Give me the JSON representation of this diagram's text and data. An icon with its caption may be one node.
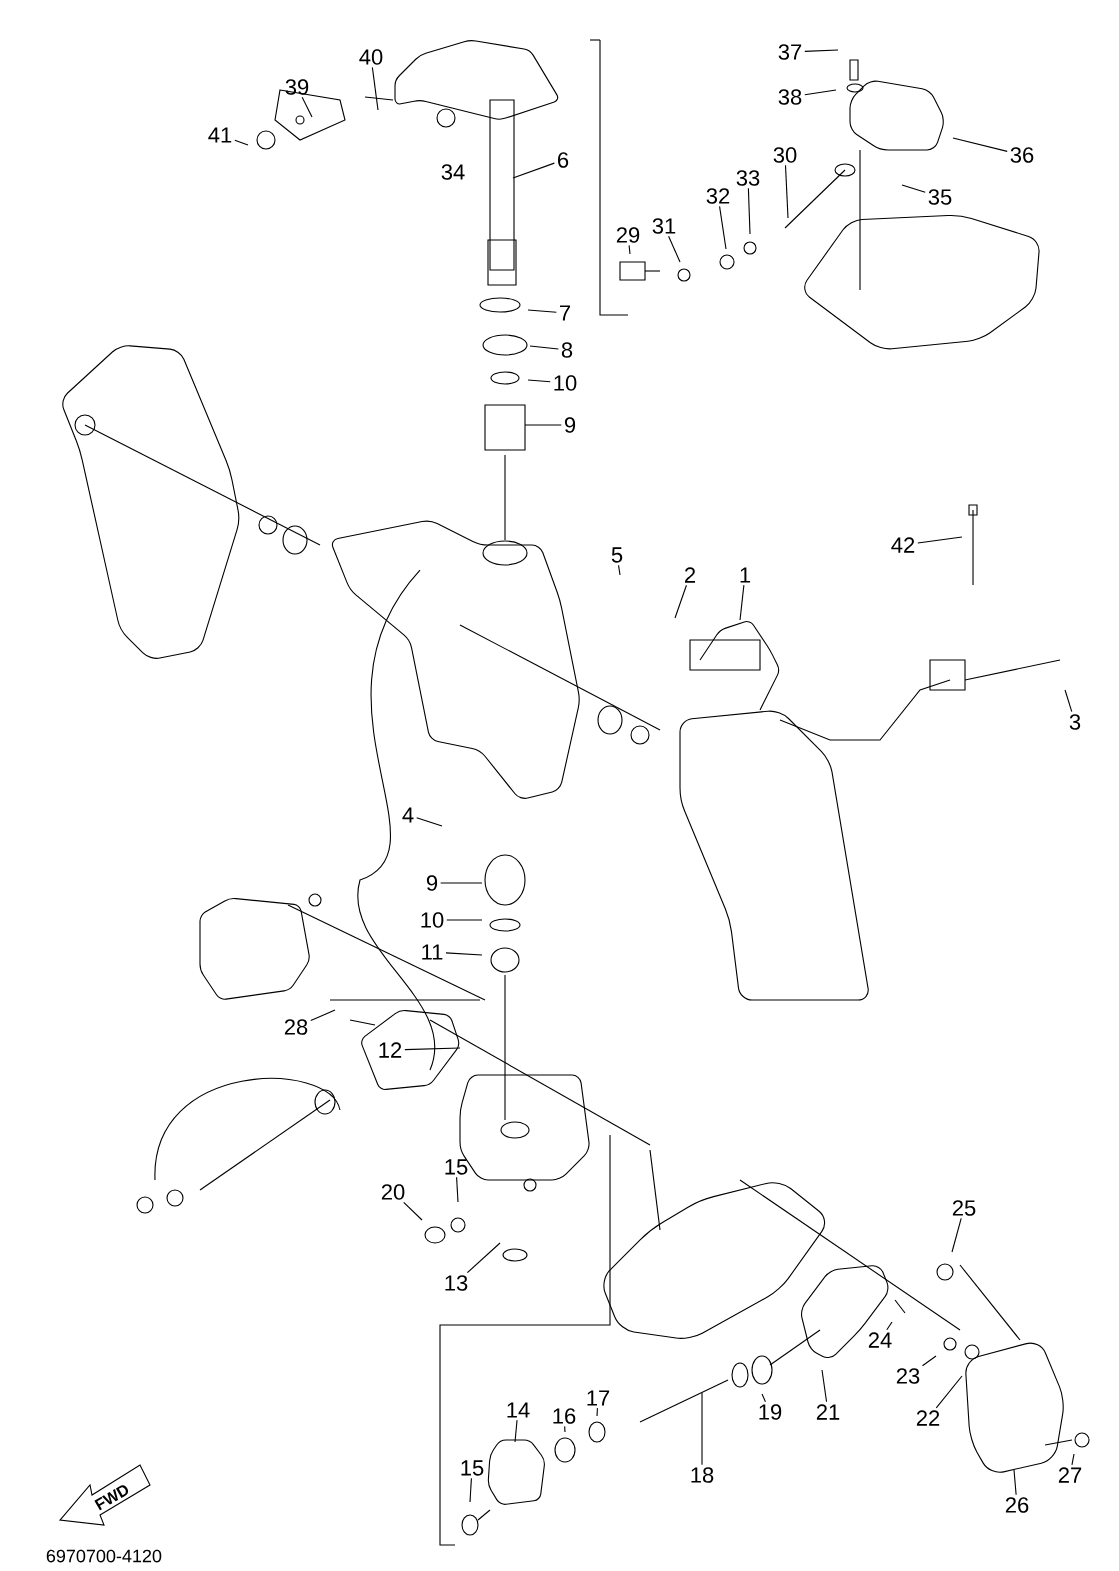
{
  "diagram": {
    "nodes": [
      {
        "text": [
          "37"
        ]
      },
      {
        "text": [
          "40"
        ]
      },
      {
        "text": [
          "38"
        ]
      },
      {
        "text": [
          "39"
        ]
      },
      {
        "text": [
          "41"
        ]
      },
      {
        "text": [
          "30"
        ]
      },
      {
        "text": [
          "36"
        ]
      },
      {
        "text": [
          "34"
        ]
      },
      {
        "text": [
          "6"
        ]
      },
      {
        "text": [
          "33"
        ]
      },
      {
        "text": [
          "32"
        ]
      },
      {
        "text": [
          "35"
        ]
      },
      {
        "text": [
          "31"
        ]
      },
      {
        "text": [
          "29"
        ]
      },
      {
        "text": [
          "7"
        ]
      },
      {
        "text": [
          "8"
        ]
      },
      {
        "text": [
          "10"
        ]
      },
      {
        "text": [
          "9"
        ]
      },
      {
        "text": [
          "42"
        ]
      },
      {
        "text": [
          "5"
        ]
      },
      {
        "text": [
          "2"
        ]
      },
      {
        "text": [
          "1"
        ]
      },
      {
        "text": [
          "3"
        ]
      },
      {
        "text": [
          "4"
        ]
      },
      {
        "text": [
          "9"
        ]
      },
      {
        "text": [
          "10"
        ]
      },
      {
        "text": [
          "11"
        ]
      },
      {
        "text": [
          "28"
        ]
      },
      {
        "text": [
          "12"
        ]
      },
      {
        "text": [
          "15"
        ]
      },
      {
        "text": [
          "20"
        ]
      },
      {
        "text": [
          "25"
        ]
      },
      {
        "text": [
          "13"
        ]
      },
      {
        "text": [
          "24"
        ]
      },
      {
        "text": [
          "23"
        ]
      },
      {
        "text": [
          "14"
        ]
      },
      {
        "text": [
          "16"
        ]
      },
      {
        "text": [
          "17"
        ]
      },
      {
        "text": [
          "21"
        ]
      },
      {
        "text": [
          "19"
        ]
      },
      {
        "text": [
          "22"
        ]
      },
      {
        "text": [
          "18"
        ]
      },
      {
        "text": [
          "15"
        ]
      },
      {
        "text": [
          "27"
        ]
      },
      {
        "text": [
          "26"
        ]
      }
    ],
    "edges": [
      {
        "from": 0,
        "to": null,
        "arrow": "none"
      },
      {
        "from": 1,
        "to": null,
        "arrow": "none"
      },
      {
        "from": 2,
        "to": null,
        "arrow": "none"
      },
      {
        "from": 3,
        "to": null,
        "arrow": "none"
      },
      {
        "from": 4,
        "to": null,
        "arrow": "none"
      },
      {
        "from": 5,
        "to": null,
        "arrow": "none"
      },
      {
        "from": 6,
        "to": null,
        "arrow": "none"
      },
      {
        "from": 8,
        "to": null,
        "arrow": "none"
      },
      {
        "from": 9,
        "to": null,
        "arrow": "none"
      },
      {
        "from": 10,
        "to": null,
        "arrow": "none"
      },
      {
        "from": 11,
        "to": null,
        "arrow": "none"
      },
      {
        "from": 12,
        "to": null,
        "arrow": "none"
      },
      {
        "from": 13,
        "to": null,
        "arrow": "none"
      },
      {
        "from": 14,
        "to": null,
        "arrow": "none"
      },
      {
        "from": 15,
        "to": null,
        "arrow": "none"
      },
      {
        "from": 16,
        "to": null,
        "arrow": "none"
      },
      {
        "from": 17,
        "to": null,
        "arrow": "none"
      },
      {
        "from": 18,
        "to": null,
        "arrow": "none"
      },
      {
        "from": 19,
        "to": null,
        "arrow": "none"
      },
      {
        "from": 20,
        "to": null,
        "arrow": "none"
      },
      {
        "from": 21,
        "to": null,
        "arrow": "none"
      },
      {
        "from": 22,
        "to": null,
        "arrow": "none"
      },
      {
        "from": 23,
        "to": null,
        "arrow": "none"
      },
      {
        "from": 24,
        "to": null,
        "arrow": "none"
      },
      {
        "from": 25,
        "to": null,
        "arrow": "none"
      },
      {
        "from": 26,
        "to": null,
        "arrow": "none"
      },
      {
        "from": 27,
        "to": null,
        "arrow": "none"
      },
      {
        "from": 28,
        "to": null,
        "arrow": "none"
      },
      {
        "from": 29,
        "to": null,
        "arrow": "none"
      },
      {
        "from": 30,
        "to": null,
        "arrow": "none"
      },
      {
        "from": 31,
        "to": null,
        "arrow": "none"
      },
      {
        "from": 32,
        "to": null,
        "arrow": "none"
      },
      {
        "from": 33,
        "to": null,
        "arrow": "none"
      },
      {
        "from": 34,
        "to": null,
        "arrow": "none"
      },
      {
        "from": 35,
        "to": null,
        "arrow": "none"
      },
      {
        "from": 36,
        "to": null,
        "arrow": "none"
      },
      {
        "from": 37,
        "to": null,
        "arrow": "none"
      },
      {
        "from": 38,
        "to": null,
        "arrow": "none"
      },
      {
        "from": 39,
        "to": null,
        "arrow": "none"
      },
      {
        "from": 40,
        "to": null,
        "arrow": "none"
      },
      {
        "from": 41,
        "to": null,
        "arrow": "none"
      },
      {
        "from": 42,
        "to": null,
        "arrow": "none"
      },
      {
        "from": 43,
        "to": null,
        "arrow": "none"
      },
      {
        "from": 44,
        "to": null,
        "arrow": "none"
      }
    ],
    "labels": [
      "FWD",
      "6970700-4120"
    ]
  }
}
